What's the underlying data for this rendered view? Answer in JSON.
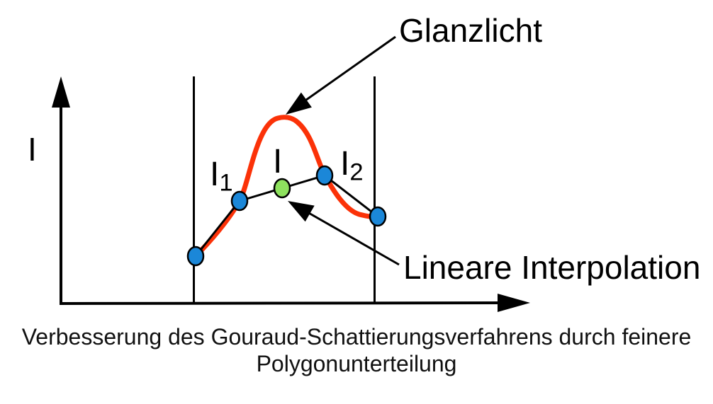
{
  "figure": {
    "axis": {
      "y_label": "I"
    },
    "point_labels": {
      "i1": {
        "base": "I",
        "sub": "1"
      },
      "i_mid": "I",
      "i2": {
        "base": "I",
        "sub": "2"
      }
    },
    "annotations": {
      "highlight": "Glanzlicht",
      "interpolation": "Lineare Interpolation"
    },
    "caption": {
      "line1": "Verbesserung des Gouraud-Schattierungsverfahrens durch feinere",
      "line2": "Polygonunterteilung"
    },
    "colors": {
      "vertex_dot": "#1b87d8",
      "interpolated_dot": "#8ee25e",
      "intensity_curve": "#fb3208",
      "line": "#000000"
    }
  }
}
